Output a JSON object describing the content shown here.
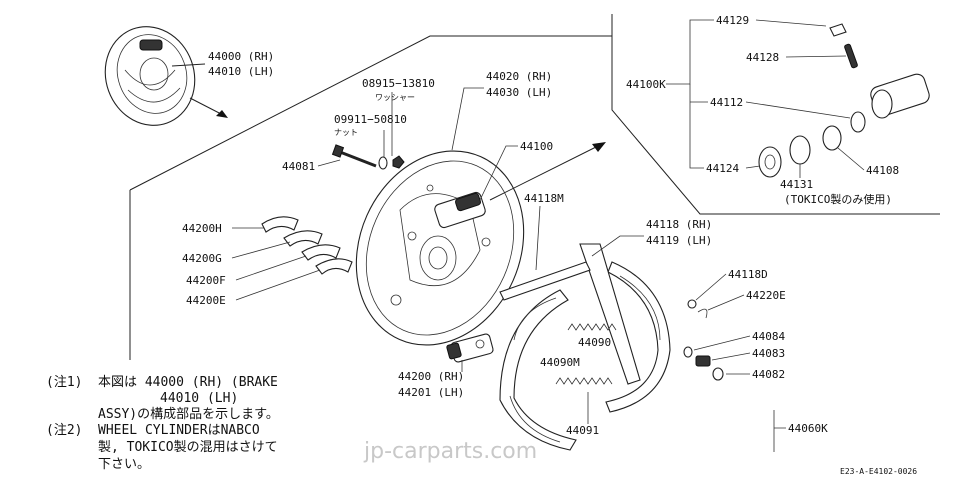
{
  "labels": {
    "p44000": "44000 (RH)",
    "p44010": "44010 (LH)",
    "p08915": "08915−13810",
    "washer": "ワッシャー",
    "p09911": "09911−50810",
    "nut": "ナット",
    "p44020": "44020 (RH)",
    "p44030": "44030 (LH)",
    "p44081": "44081",
    "p44100": "44100",
    "p44118M": "44118M",
    "p44200H": "44200H",
    "p44200G": "44200G",
    "p44200F": "44200F",
    "p44200E": "44200E",
    "p44118": "44118 (RH)",
    "p44119": "44119 (LH)",
    "p44118D": "44118D",
    "p44220E": "44220E",
    "p44084": "44084",
    "p44083": "44083",
    "p44082": "44082",
    "p44090": "44090",
    "p44090M": "44090M",
    "p44091": "44091",
    "p44060K": "44060K",
    "p44200rh": "44200 (RH)",
    "p44201lh": "44201 (LH)",
    "p44129": "44129",
    "p44128": "44128",
    "p44100K": "44100K",
    "p44112": "44112",
    "p44124": "44124",
    "p44131": "44131",
    "p44108": "44108",
    "tokico_only": "(TOKICO製のみ使用)"
  },
  "notes": {
    "n1_tag": "(注1)",
    "n1_line1": "本図は  44000 (RH)  (BRAKE",
    "n1_line2": "44010 (LH)",
    "n1_line3": "ASSY)の構成部品を示します。",
    "n2_tag": "(注2)",
    "n2_line1": "WHEEL CYLINDERはNABCO",
    "n2_line2": "製, TOKICO製の混用はさけて",
    "n2_line3": "下さい。"
  },
  "watermark": "jp-carparts.com",
  "figure_code": "E23-A-E4102-0026"
}
